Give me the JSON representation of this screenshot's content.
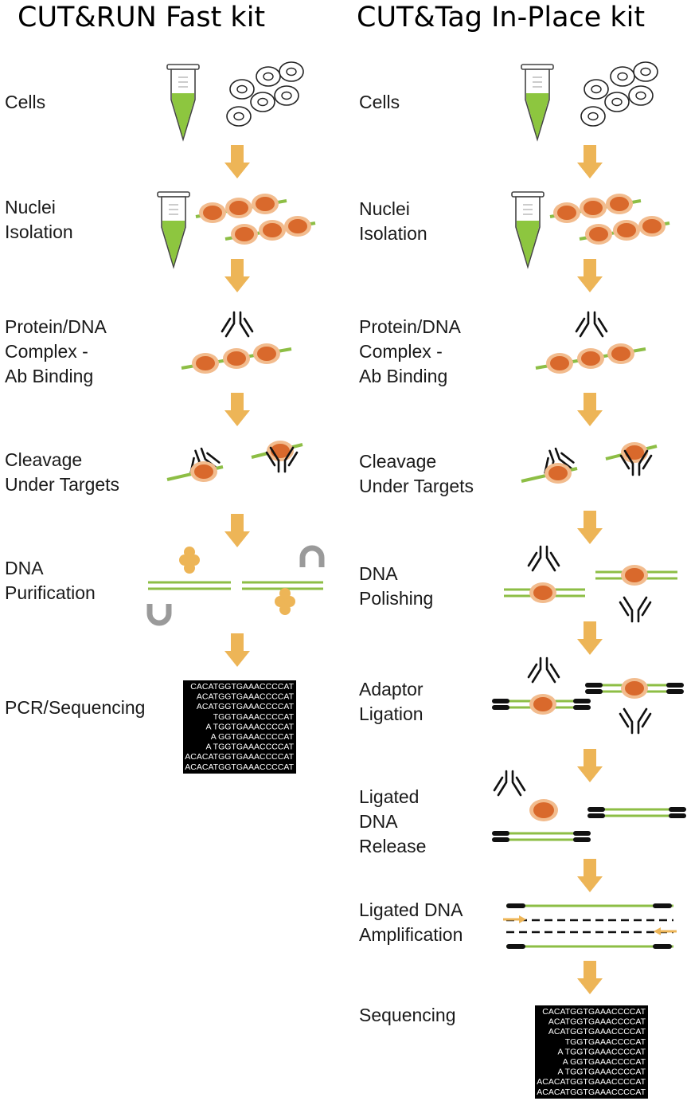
{
  "titles": {
    "left": "CUT&RUN Fast kit",
    "right": "CUT&Tag In-Place kit"
  },
  "left_steps": [
    {
      "label": "Cells"
    },
    {
      "label": "Nuclei\nIsolation"
    },
    {
      "label": "Protein/DNA\nComplex -\nAb Binding"
    },
    {
      "label": "Cleavage\nUnder Targets"
    },
    {
      "label": "DNA\nPurification"
    },
    {
      "label": "PCR/Sequencing"
    }
  ],
  "right_steps": [
    {
      "label": "Cells"
    },
    {
      "label": "Nuclei\nIsolation"
    },
    {
      "label": "Protein/DNA\nComplex -\nAb Binding"
    },
    {
      "label": "Cleavage\nUnder Targets"
    },
    {
      "label": "DNA\nPolishing"
    },
    {
      "label": "Adaptor\nLigation"
    },
    {
      "label": "Ligated\nDNA\nRelease"
    },
    {
      "label": "Ligated DNA\nAmplification"
    },
    {
      "label": "Sequencing"
    }
  ],
  "sequence_reads": [
    "CACATGGTGAAACCCCAT",
    "ACATGGTGAAACCCCAT",
    "ACATGGTGAAACCCCAT",
    "TGGTGAAACCCCAT",
    "A TGGTGAAACCCCAT",
    "A GGTGAAACCCCAT",
    "A TGGTGAAACCCCAT",
    "ACACATGGTGAAACCCCAT",
    "ACACATGGTGAAACCCCAT"
  ],
  "colors": {
    "arrow": "#EDB557",
    "dna_green": "#8DBE45",
    "nucleosome_core": "#D9692C",
    "nucleosome_halo": "#F2BC8E",
    "bead": "#EDB557",
    "liquid": "#8DC63F"
  }
}
